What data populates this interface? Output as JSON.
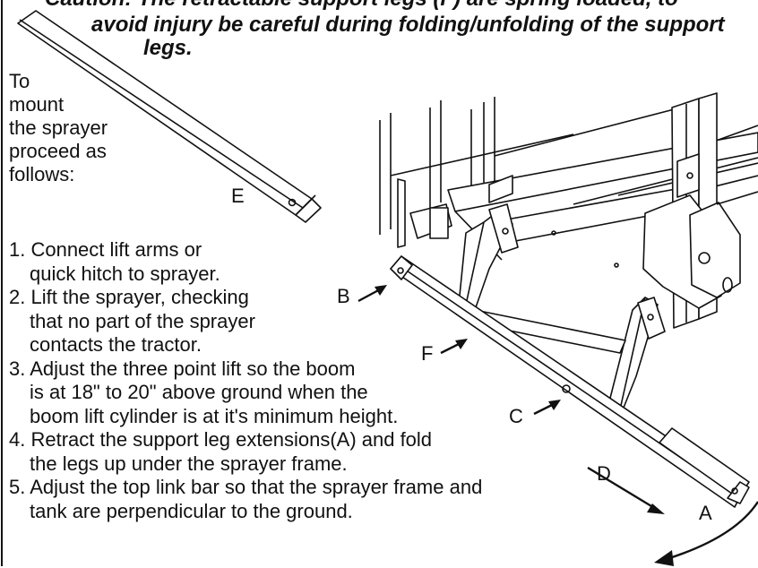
{
  "caution": {
    "line1": "Caution: The retractable support legs (F) are spring loaded, to",
    "line2": "avoid injury be careful during folding/unfolding of the support",
    "line3": "legs."
  },
  "intro": [
    "To",
    "mount",
    "the sprayer",
    "proceed as",
    "follows:"
  ],
  "steps": [
    [
      "1. Connect lift arms or",
      "quick hitch to sprayer."
    ],
    [
      "2. Lift the sprayer, checking",
      "that no part of the sprayer",
      "contacts the tractor."
    ],
    [
      "3. Adjust the three point lift so the boom",
      "is at 18\" to 20\" above ground when the",
      "boom lift cylinder is at it's minimum height."
    ],
    [
      "4. Retract the support leg extensions(A) and fold",
      "the legs up under the sprayer frame."
    ],
    [
      "5. Adjust the top link bar so that the sprayer frame and",
      "tank are perpendicular to the ground."
    ]
  ],
  "labels": {
    "a": "A",
    "b": "B",
    "c": "C",
    "d": "D",
    "e": "E",
    "f": "F"
  }
}
